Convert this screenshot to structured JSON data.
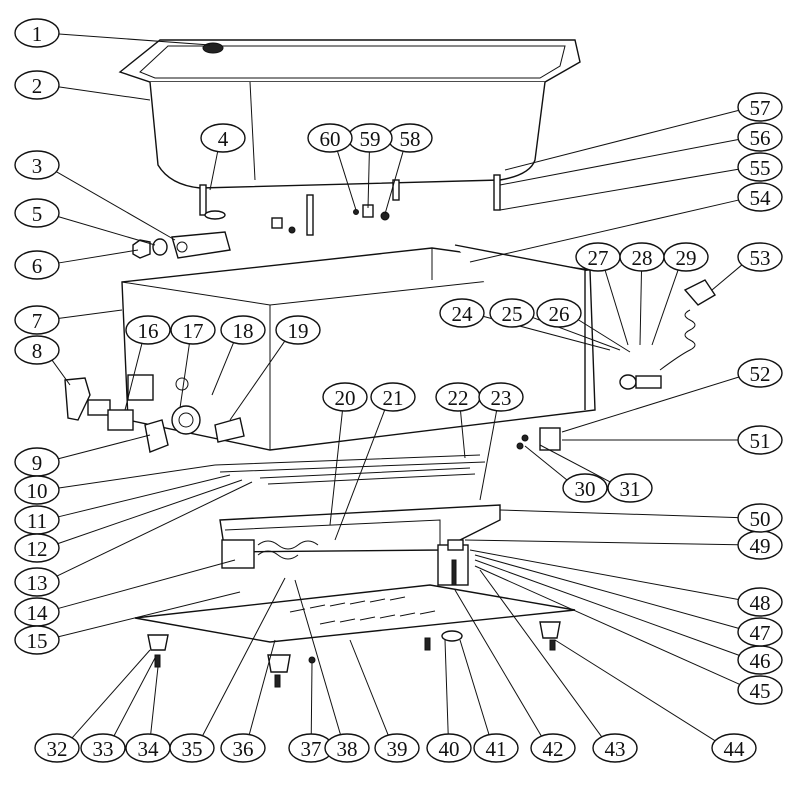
{
  "diagram": {
    "type": "exploded-parts-view",
    "callouts": [
      "1",
      "2",
      "3",
      "4",
      "5",
      "6",
      "7",
      "8",
      "9",
      "10",
      "11",
      "12",
      "13",
      "14",
      "15",
      "16",
      "17",
      "18",
      "19",
      "20",
      "21",
      "22",
      "23",
      "24",
      "25",
      "26",
      "27",
      "28",
      "29",
      "30",
      "31",
      "32",
      "33",
      "34",
      "35",
      "36",
      "37",
      "38",
      "39",
      "40",
      "41",
      "42",
      "43",
      "44",
      "45",
      "46",
      "47",
      "48",
      "49",
      "50",
      "51",
      "52",
      "53",
      "54",
      "55",
      "56",
      "57",
      "58",
      "59",
      "60"
    ]
  }
}
